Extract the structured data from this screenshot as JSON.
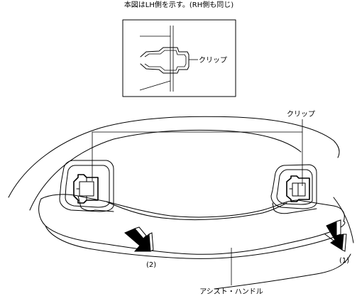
{
  "diagram": {
    "note": "本図はLH側を示す。(RH側も同じ)",
    "inset_clip_label": "クリップ",
    "clip_label": "クリップ",
    "step_2_label": "(2)",
    "step_1_label": "(1)",
    "handle_label": "アシスト・ハンドル"
  },
  "colors": {
    "line": "#000000",
    "background": "#ffffff",
    "arrow_fill": "#000000"
  }
}
